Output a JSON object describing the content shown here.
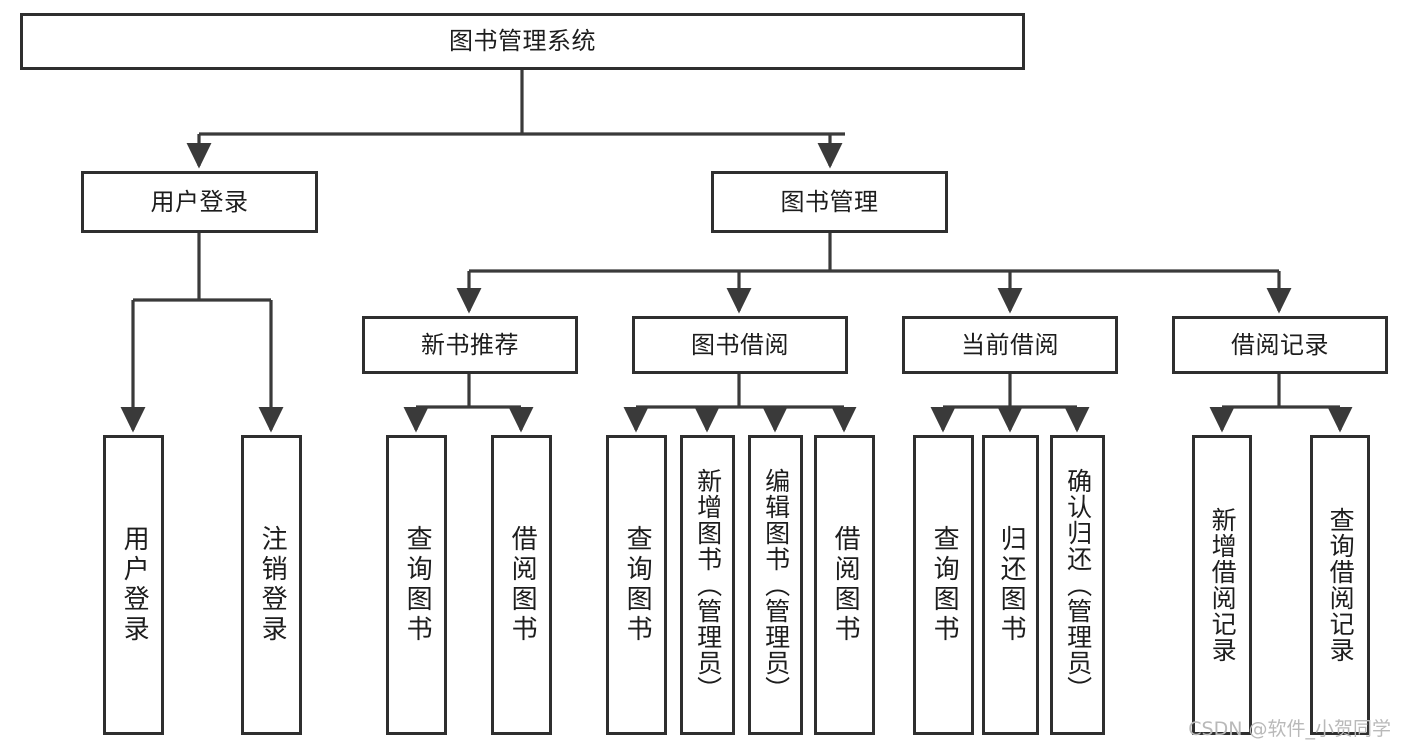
{
  "diagram": {
    "title": "图书管理系统",
    "type": "hierarchy-tree",
    "watermark": "CSDN @软件_小贺同学",
    "colors": {
      "background": "#ffffff",
      "box_border": "#2f2f2f",
      "connector": "#3a3a3a",
      "text": "#1d1d1d",
      "watermark": "#b9b9b9"
    },
    "levels": [
      {
        "level": 1,
        "nodes": [
          {
            "id": "root",
            "label": "图书管理系统",
            "orientation": "horizontal"
          }
        ]
      },
      {
        "level": 2,
        "nodes": [
          {
            "id": "user-login",
            "label": "用户登录",
            "orientation": "horizontal",
            "parent": "root"
          },
          {
            "id": "book-manage",
            "label": "图书管理",
            "orientation": "horizontal",
            "parent": "root"
          }
        ]
      },
      {
        "level": 3,
        "nodes": [
          {
            "id": "new-book-recommend",
            "label": "新书推荐",
            "orientation": "horizontal",
            "parent": "book-manage"
          },
          {
            "id": "book-borrow",
            "label": "图书借阅",
            "orientation": "horizontal",
            "parent": "book-manage"
          },
          {
            "id": "current-borrow",
            "label": "当前借阅",
            "orientation": "horizontal",
            "parent": "book-manage"
          },
          {
            "id": "borrow-record",
            "label": "借阅记录",
            "orientation": "horizontal",
            "parent": "book-manage"
          }
        ]
      },
      {
        "level": 4,
        "nodes": [
          {
            "id": "leaf-user-login",
            "label": "用户登录",
            "orientation": "vertical",
            "parent": "user-login"
          },
          {
            "id": "leaf-logout-login",
            "label": "注销登录",
            "orientation": "vertical",
            "parent": "user-login"
          },
          {
            "id": "leaf-query-book-1",
            "label": "查询图书",
            "orientation": "vertical",
            "parent": "new-book-recommend"
          },
          {
            "id": "leaf-borrow-book-1",
            "label": "借阅图书",
            "orientation": "vertical",
            "parent": "new-book-recommend"
          },
          {
            "id": "leaf-query-book-2",
            "label": "查询图书",
            "orientation": "vertical",
            "parent": "book-borrow"
          },
          {
            "id": "leaf-add-book",
            "label": "新增图书（管理员）",
            "orientation": "vertical",
            "parent": "book-borrow"
          },
          {
            "id": "leaf-edit-book",
            "label": "编辑图书（管理员）",
            "orientation": "vertical",
            "parent": "book-borrow"
          },
          {
            "id": "leaf-borrow-book-2",
            "label": "借阅图书",
            "orientation": "vertical",
            "parent": "book-borrow"
          },
          {
            "id": "leaf-query-book-3",
            "label": "查询图书",
            "orientation": "vertical",
            "parent": "current-borrow"
          },
          {
            "id": "leaf-return-book",
            "label": "归还图书",
            "orientation": "vertical",
            "parent": "current-borrow"
          },
          {
            "id": "leaf-confirm-return",
            "label": "确认归还（管理员）",
            "orientation": "vertical",
            "parent": "current-borrow"
          },
          {
            "id": "leaf-add-record",
            "label": "新增借阅记录",
            "orientation": "vertical",
            "parent": "borrow-record"
          },
          {
            "id": "leaf-query-record",
            "label": "查询借阅记录",
            "orientation": "vertical",
            "parent": "borrow-record"
          }
        ]
      }
    ]
  }
}
